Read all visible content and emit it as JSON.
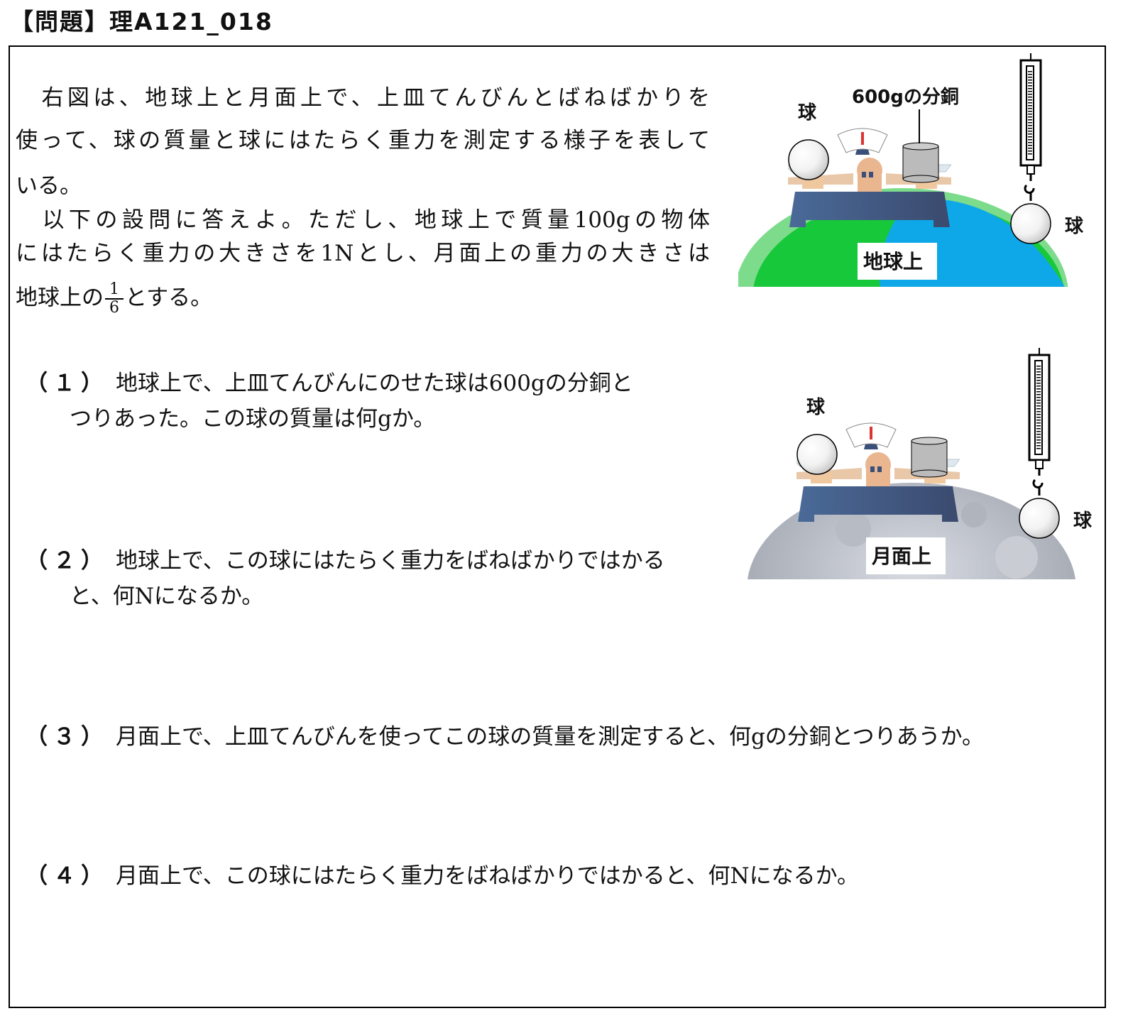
{
  "header": {
    "title": "【問題】理A121_018"
  },
  "intro": {
    "lines": [
      "　右図は、地球上と月面上で、上皿てんびんとばねばかりを",
      "使って、球の質量と球にはたらく重力を測定する様子を表して",
      "いる。",
      "　以下の設問に答えよ。ただし、地球上で質量100gの物体",
      "にはたらく重力の大きさを1Nとし、月面上の重力の大きさは"
    ],
    "last_line_before": "地球上の",
    "fraction_num": "1",
    "fraction_den": "6",
    "last_line_after": "とする。"
  },
  "figures": {
    "earth": {
      "ball_label": "球",
      "weight_label": "600gの分銅",
      "hanging_ball_label": "球",
      "place_label": "地球上",
      "colors": {
        "land": "#17c83a",
        "sea": "#0ea8e8",
        "base": "#3f5a85"
      }
    },
    "moon": {
      "ball_label": "球",
      "hanging_ball_label": "球",
      "place_label": "月面上",
      "colors": {
        "moon": "#c4c8d0"
      }
    }
  },
  "questions": [
    {
      "number": "（１）",
      "lines": [
        "地球上で、上皿てんびんにのせた球は600gの分銅と",
        "つりあった。この球の質量は何gか。"
      ]
    },
    {
      "number": "（２）",
      "lines": [
        "地球上で、この球にはたらく重力をばねばかりではかる",
        "と、何Nになるか。"
      ]
    },
    {
      "number": "（３）",
      "lines": [
        "月面上で、上皿てんびんを使ってこの球の質量を測定すると、何gの分銅とつりあうか。"
      ]
    },
    {
      "number": "（４）",
      "lines": [
        "月面上で、この球にはたらく重力をばねばかりではかると、何Nになるか。"
      ]
    }
  ]
}
